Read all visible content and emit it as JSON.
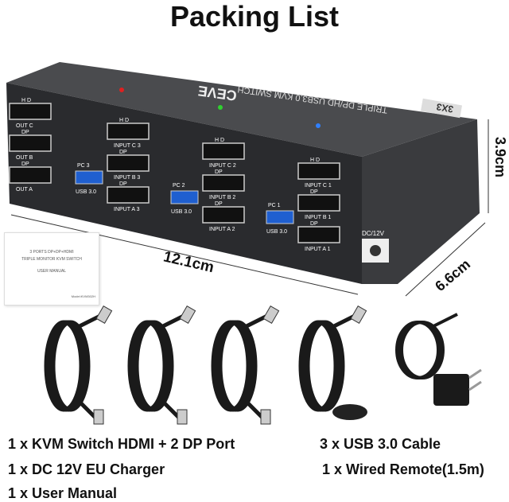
{
  "title": "Packing List",
  "device": {
    "top_label": "TRIPLE DP/HD USB3.0 KVM SWITCH",
    "brand": "CEVE",
    "badge": "3X3",
    "ports": {
      "out": [
        "H D",
        "OUT C",
        "DP",
        "OUT B",
        "DP",
        "OUT A"
      ],
      "group3": [
        "H D",
        "INPUT C 3",
        "DP",
        "INPUT B 3",
        "DP",
        "INPUT A 3",
        "PC 3",
        "USB 3.0"
      ],
      "group2": [
        "H D",
        "INPUT C 2",
        "DP",
        "INPUT B 2",
        "DP",
        "INPUT A 2",
        "PC 2",
        "USB 3.0"
      ],
      "group1": [
        "H D",
        "INPUT C 1",
        "DP",
        "INPUT B 1",
        "DP",
        "INPUT A 1",
        "PC 1",
        "USB 3.0"
      ],
      "power": "DC/12V"
    },
    "led_colors": [
      "#e02020",
      "#30d030",
      "#3080ff"
    ]
  },
  "dimensions": {
    "width": "12.1cm",
    "height": "3.9cm",
    "depth": "6.6cm"
  },
  "manual": {
    "lines": [
      "3 PORTS DP+DP+HDMI",
      "TRIPLE MONITOR KVM SWITCH",
      "USER MANUAL"
    ],
    "model": "Model:KVM302H"
  },
  "captions": [
    "1 x KVM Switch HDMI + 2 DP Port",
    "3 x USB 3.0 Cable",
    "1 x DC 12V EU Charger",
    "1 x Wired Remote(1.5m)",
    "1 x User Manual"
  ]
}
